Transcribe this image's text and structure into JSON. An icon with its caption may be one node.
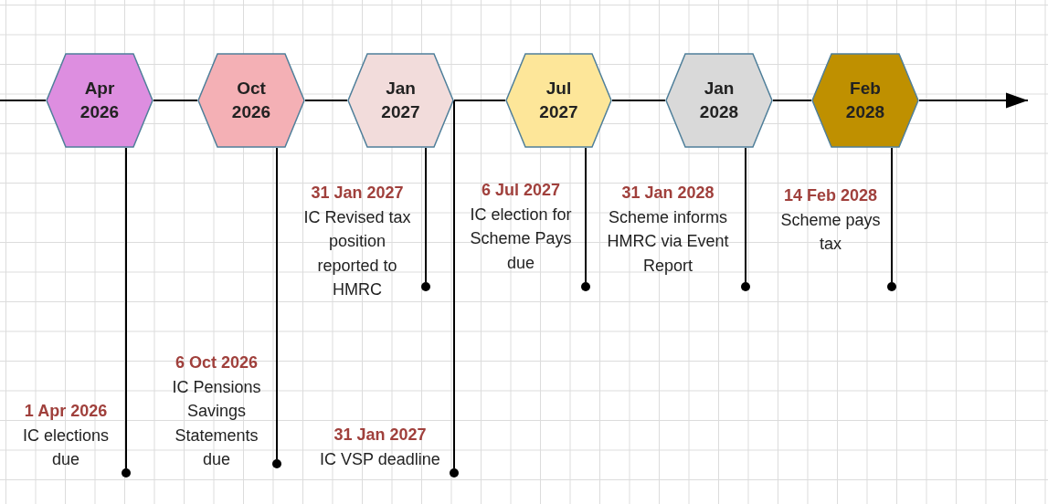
{
  "diagram": {
    "nodes": [
      {
        "text": [
          "Apr 2026"
        ]
      },
      {
        "text": [
          "Oct 2026"
        ]
      },
      {
        "text": [
          "Jan 2027"
        ]
      },
      {
        "text": [
          "Jul 2027"
        ]
      },
      {
        "text": [
          "Jan 2028"
        ]
      },
      {
        "text": [
          "Feb 2028"
        ]
      },
      {
        "text": [],
        "shape": "circle",
        "beside": [
          "1 Apr 2026",
          "IC elections due"
        ]
      },
      {
        "text": [],
        "shape": "circle",
        "beside": [
          "6 Oct 2026",
          "IC Pensions Savings Statements due"
        ]
      },
      {
        "text": [],
        "shape": "circle",
        "beside": [
          "31 Jan 2027",
          "IC Revised tax position reported to HMRC"
        ]
      },
      {
        "text": [],
        "shape": "circle",
        "beside": [
          "31 Jan 2027",
          "IC VSP deadline"
        ]
      },
      {
        "text": [],
        "shape": "circle",
        "beside": [
          "6 Jul 2027",
          "IC election for Scheme Pays due"
        ]
      },
      {
        "text": [],
        "shape": "circle",
        "beside": [
          "31 Jan 2028",
          "Scheme informs HMRC via Event Report"
        ]
      },
      {
        "text": [],
        "shape": "circle",
        "beside": [
          "14 Feb 2028",
          "Scheme pays tax"
        ]
      }
    ],
    "edges": [
      {
        "from": null,
        "to": 0,
        "arrow": "none"
      },
      {
        "from": 0,
        "to": 1,
        "arrow": "none"
      },
      {
        "from": 1,
        "to": 2,
        "arrow": "none"
      },
      {
        "from": 2,
        "to": 3,
        "arrow": "none"
      },
      {
        "from": 3,
        "to": 4,
        "arrow": "none"
      },
      {
        "from": 4,
        "to": 5,
        "arrow": "none"
      },
      {
        "from": 5,
        "to": null,
        "arrow": "to"
      },
      {
        "from": 0,
        "to": 6,
        "arrow": "none"
      },
      {
        "from": 1,
        "to": 7,
        "arrow": "none"
      },
      {
        "from": 2,
        "to": 8,
        "arrow": "none"
      },
      {
        "from": 2,
        "to": 9,
        "arrow": "none"
      },
      {
        "from": 3,
        "to": 10,
        "arrow": "none"
      },
      {
        "from": 4,
        "to": 11,
        "arrow": "none"
      },
      {
        "from": 5,
        "to": 12,
        "arrow": "none"
      }
    ]
  }
}
